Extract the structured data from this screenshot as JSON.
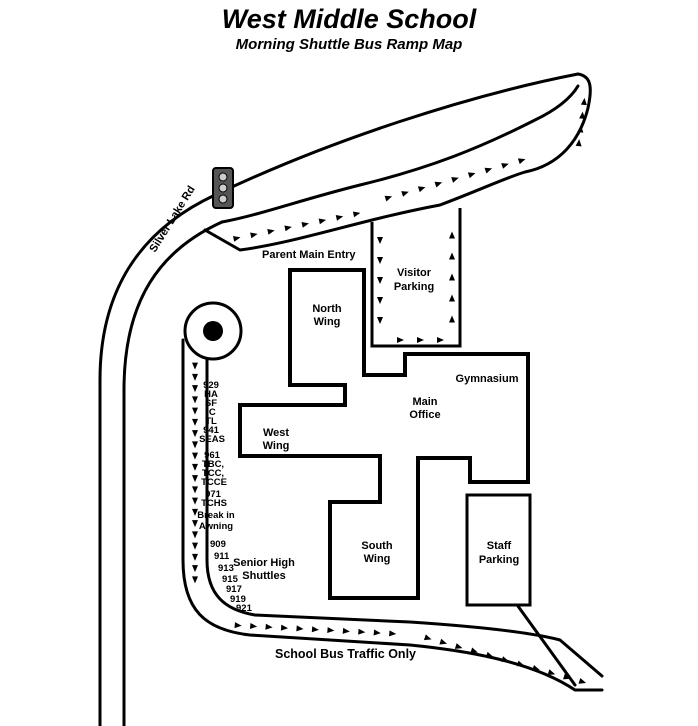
{
  "header": {
    "title": "West Middle School",
    "subtitle": "Morning Shuttle Bus Ramp Map"
  },
  "roads": {
    "silver_lake_rd": "Silver Lake Rd",
    "parent_main_entry": "Parent Main Entry",
    "school_bus_traffic": "School Bus Traffic Only"
  },
  "buildings": {
    "north_wing": [
      "North",
      "Wing"
    ],
    "west_wing": [
      "West",
      "Wing"
    ],
    "south_wing": [
      "South",
      "Wing"
    ],
    "main_office": [
      "Main",
      "Office"
    ],
    "gymnasium": "Gymnasium",
    "visitor_parking": [
      "Visitor",
      "Parking"
    ],
    "staff_parking": [
      "Staff",
      "Parking"
    ]
  },
  "bus_stops": {
    "group1": [
      "929",
      "HA",
      "SF",
      "IC",
      "TL"
    ],
    "group2": [
      "941",
      "SEAS"
    ],
    "group3": [
      "961",
      "TBC,",
      "TCC,",
      "TCCE"
    ],
    "group4": [
      "971",
      "TCHS"
    ],
    "break_label": [
      "Break in",
      "Awning"
    ],
    "senior_high_numbers": [
      "909",
      "911",
      "913",
      "915",
      "917",
      "919",
      "921"
    ],
    "senior_high_label": [
      "Senior High",
      "Shuttles"
    ]
  },
  "icons": {
    "traffic_light": "traffic-light-icon",
    "turnaround": "turnaround-circle-icon",
    "direction_arrow": "direction-arrow-icon"
  },
  "colors": {
    "ink": "#000000",
    "paper": "#ffffff",
    "signal_body": "#555555"
  }
}
